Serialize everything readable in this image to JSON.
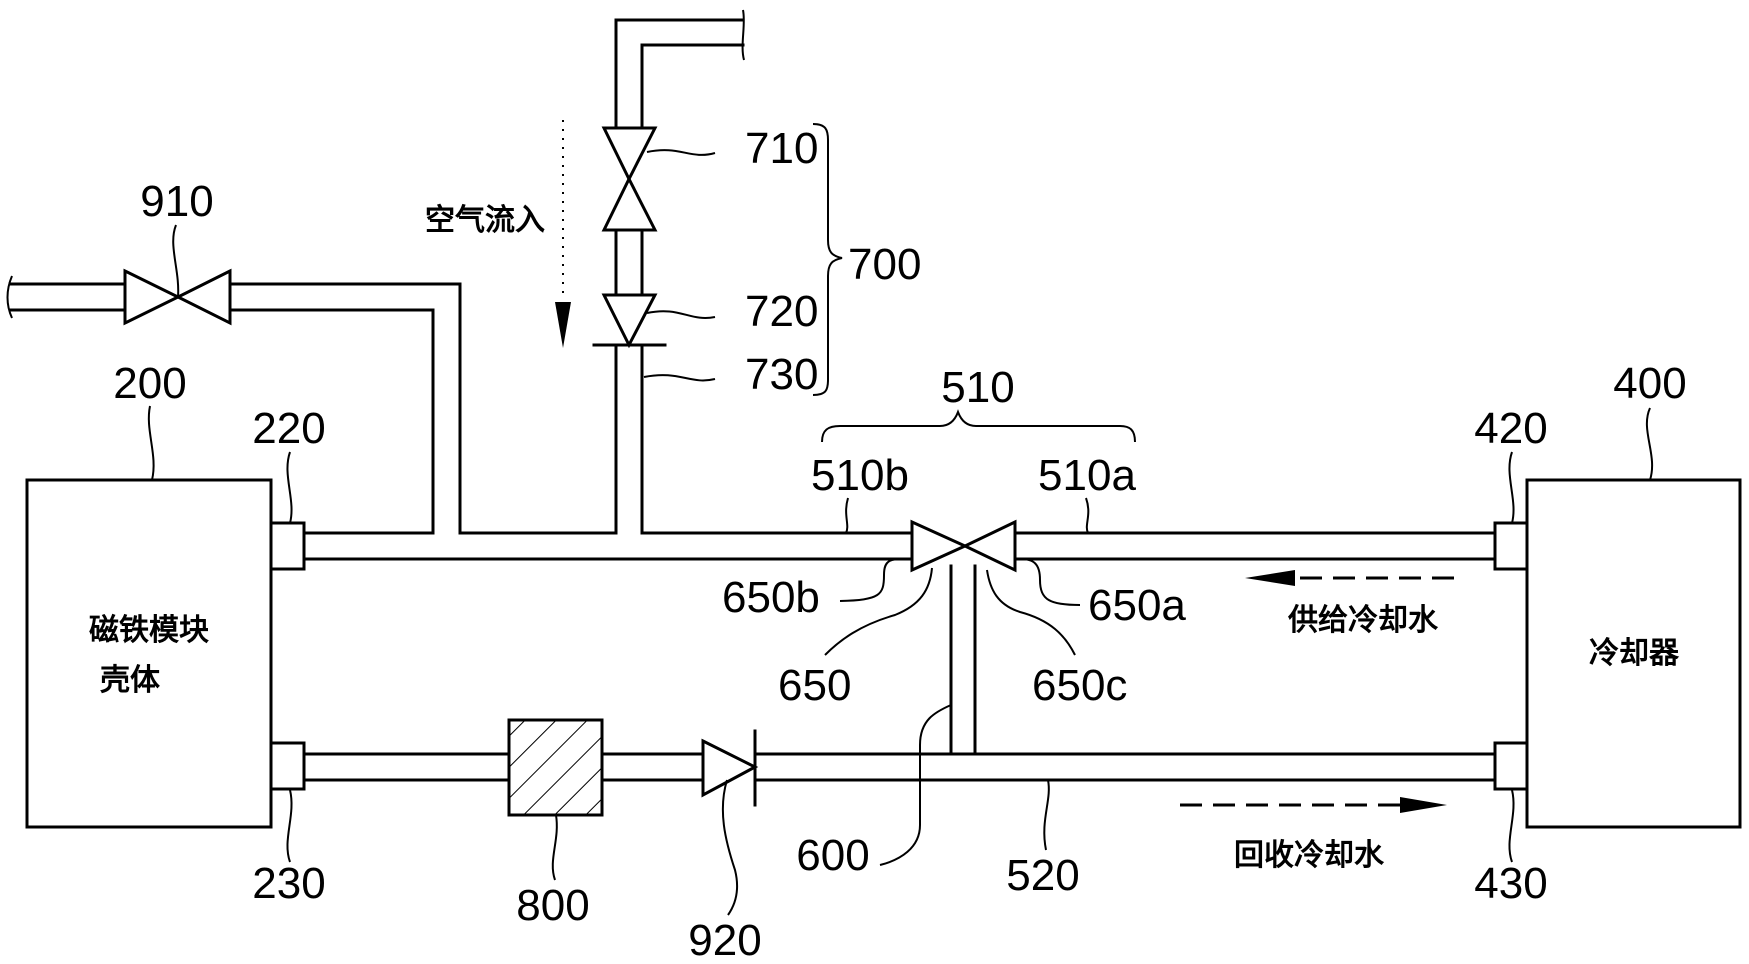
{
  "figure": {
    "type": "cooling-water piping schematic",
    "components": {
      "housing": {
        "ref": "200",
        "label_line1": "磁铁模块",
        "label_line2": "壳体"
      },
      "chiller": {
        "ref": "400",
        "label": "冷却器"
      },
      "housing_outlet": {
        "ref": "220"
      },
      "housing_inlet": {
        "ref": "230"
      },
      "chiller_outlet": {
        "ref": "420"
      },
      "chiller_inlet": {
        "ref": "430"
      },
      "valve_910": {
        "ref": "910"
      },
      "air_intake_group": {
        "ref": "700"
      },
      "valve_710": {
        "ref": "710"
      },
      "check_valve_720": {
        "ref": "720"
      },
      "fitting_730": {
        "ref": "730"
      },
      "supply_line": {
        "ref": "510",
        "segment_b": "510b",
        "segment_a": "510a"
      },
      "return_line": {
        "ref": "520"
      },
      "bypass_line": {
        "ref": "600"
      },
      "three_way_valve": {
        "ref": "650",
        "port_a": "650a",
        "port_b": "650b",
        "port_c": "650c"
      },
      "filter": {
        "ref": "800"
      },
      "check_valve_920": {
        "ref": "920"
      }
    },
    "annotations": {
      "air_inflow": "空气流入",
      "supply_coolant": "供给冷却水",
      "return_coolant": "回收冷却水"
    }
  }
}
